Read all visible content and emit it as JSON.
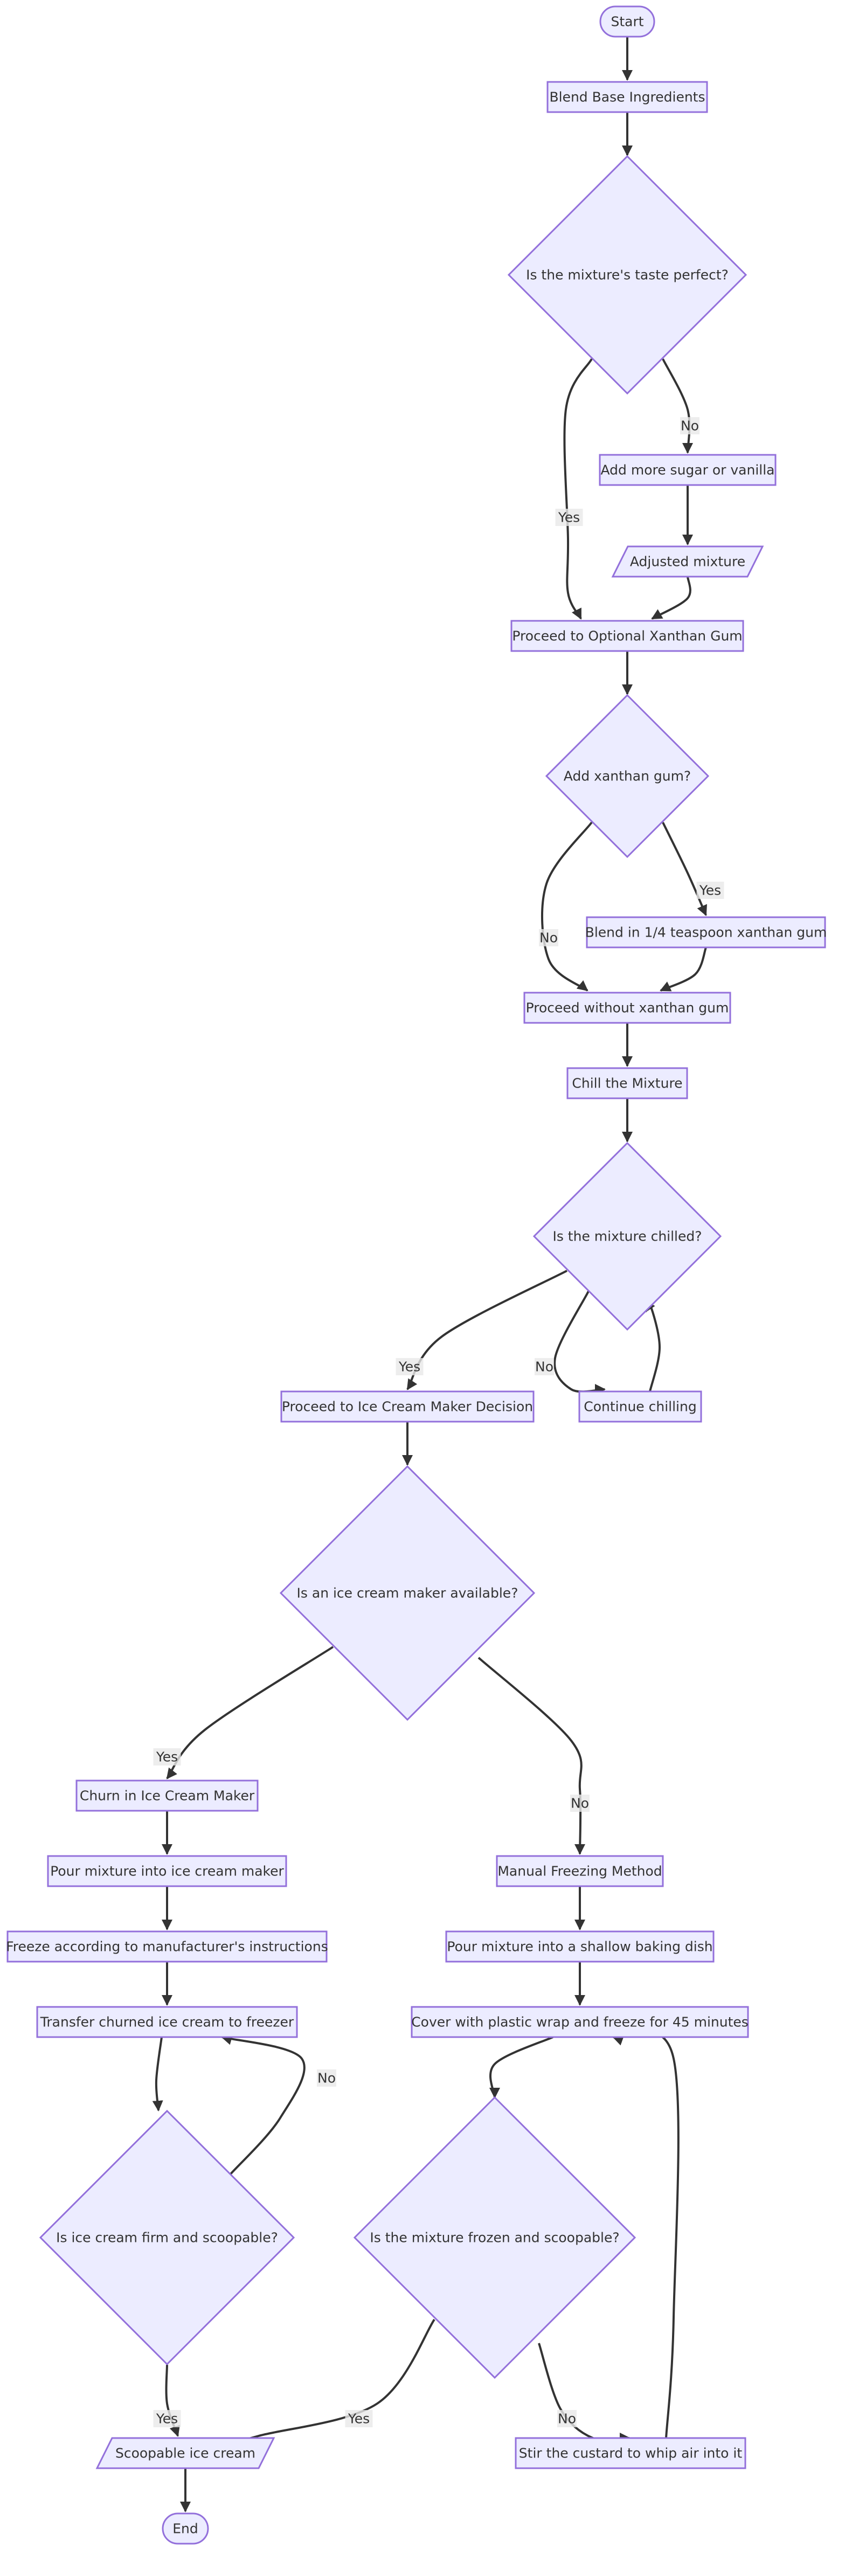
{
  "nodes": [
    {
      "id": "start",
      "label": "Start",
      "shape": "stadium"
    },
    {
      "id": "blend",
      "label": "Blend Base Ingredients",
      "shape": "rect"
    },
    {
      "id": "taste",
      "label": "Is the mixture's taste perfect?",
      "shape": "diamond"
    },
    {
      "id": "addsugar",
      "label": "Add more sugar or vanilla",
      "shape": "rect"
    },
    {
      "id": "adjusted",
      "label": "Adjusted mixture",
      "shape": "parallelogram"
    },
    {
      "id": "proceedx",
      "label": "Proceed to Optional Xanthan Gum",
      "shape": "rect"
    },
    {
      "id": "addx",
      "label": "Add xanthan gum?",
      "shape": "diamond"
    },
    {
      "id": "blendx",
      "label": "Blend in 1/4 teaspoon xanthan gum",
      "shape": "rect"
    },
    {
      "id": "withoutx",
      "label": "Proceed without xanthan gum",
      "shape": "rect"
    },
    {
      "id": "chill",
      "label": "Chill the Mixture",
      "shape": "rect"
    },
    {
      "id": "chilled",
      "label": "Is the mixture chilled?",
      "shape": "diamond"
    },
    {
      "id": "proceedmaker",
      "label": "Proceed to Ice Cream Maker Decision",
      "shape": "rect"
    },
    {
      "id": "contchill",
      "label": "Continue chilling",
      "shape": "rect"
    },
    {
      "id": "maker",
      "label": "Is an ice cream maker available?",
      "shape": "diamond"
    },
    {
      "id": "churn",
      "label": "Churn in Ice Cream Maker",
      "shape": "rect"
    },
    {
      "id": "pourmaker",
      "label": "Pour mixture into ice cream maker",
      "shape": "rect"
    },
    {
      "id": "freezemfr",
      "label": "Freeze according to manufacturer's instructions",
      "shape": "rect"
    },
    {
      "id": "transfer",
      "label": "Transfer churned ice cream to freezer",
      "shape": "rect"
    },
    {
      "id": "firm",
      "label": "Is ice cream firm and scoopable?",
      "shape": "diamond"
    },
    {
      "id": "manual",
      "label": "Manual Freezing Method",
      "shape": "rect"
    },
    {
      "id": "pourdish",
      "label": "Pour mixture into a shallow baking dish",
      "shape": "rect"
    },
    {
      "id": "cover",
      "label": "Cover with plastic wrap and freeze for 45 minutes",
      "shape": "rect"
    },
    {
      "id": "frozen",
      "label": "Is the mixture frozen and scoopable?",
      "shape": "diamond"
    },
    {
      "id": "stir",
      "label": "Stir the custard to whip air into it",
      "shape": "rect"
    },
    {
      "id": "scoopable",
      "label": "Scoopable ice cream",
      "shape": "parallelogram"
    },
    {
      "id": "end",
      "label": "End",
      "shape": "stadium"
    }
  ],
  "edges": [
    {
      "from": "start",
      "to": "blend",
      "label": ""
    },
    {
      "from": "blend",
      "to": "taste",
      "label": ""
    },
    {
      "from": "taste",
      "to": "proceedx",
      "label": "Yes"
    },
    {
      "from": "taste",
      "to": "addsugar",
      "label": "No"
    },
    {
      "from": "addsugar",
      "to": "adjusted",
      "label": ""
    },
    {
      "from": "adjusted",
      "to": "proceedx",
      "label": ""
    },
    {
      "from": "proceedx",
      "to": "addx",
      "label": ""
    },
    {
      "from": "addx",
      "to": "blendx",
      "label": "Yes"
    },
    {
      "from": "addx",
      "to": "withoutx",
      "label": "No"
    },
    {
      "from": "blendx",
      "to": "withoutx",
      "label": ""
    },
    {
      "from": "withoutx",
      "to": "chill",
      "label": ""
    },
    {
      "from": "chill",
      "to": "chilled",
      "label": ""
    },
    {
      "from": "chilled",
      "to": "proceedmaker",
      "label": "Yes"
    },
    {
      "from": "chilled",
      "to": "contchill",
      "label": "No"
    },
    {
      "from": "contchill",
      "to": "chilled",
      "label": ""
    },
    {
      "from": "proceedmaker",
      "to": "maker",
      "label": ""
    },
    {
      "from": "maker",
      "to": "churn",
      "label": "Yes"
    },
    {
      "from": "maker",
      "to": "manual",
      "label": "No"
    },
    {
      "from": "churn",
      "to": "pourmaker",
      "label": ""
    },
    {
      "from": "pourmaker",
      "to": "freezemfr",
      "label": ""
    },
    {
      "from": "freezemfr",
      "to": "transfer",
      "label": ""
    },
    {
      "from": "transfer",
      "to": "firm",
      "label": ""
    },
    {
      "from": "firm",
      "to": "transfer",
      "label": "No"
    },
    {
      "from": "firm",
      "to": "scoopable",
      "label": "Yes"
    },
    {
      "from": "manual",
      "to": "pourdish",
      "label": ""
    },
    {
      "from": "pourdish",
      "to": "cover",
      "label": ""
    },
    {
      "from": "cover",
      "to": "frozen",
      "label": ""
    },
    {
      "from": "frozen",
      "to": "scoopable",
      "label": "Yes"
    },
    {
      "from": "frozen",
      "to": "stir",
      "label": "No"
    },
    {
      "from": "stir",
      "to": "cover",
      "label": ""
    },
    {
      "from": "scoopable",
      "to": "end",
      "label": ""
    }
  ],
  "colors": {
    "node_fill": "#ECECFF",
    "node_stroke": "#9370DB",
    "edge": "#333333",
    "text": "#333333",
    "label_bg": "#e8e8e8"
  }
}
